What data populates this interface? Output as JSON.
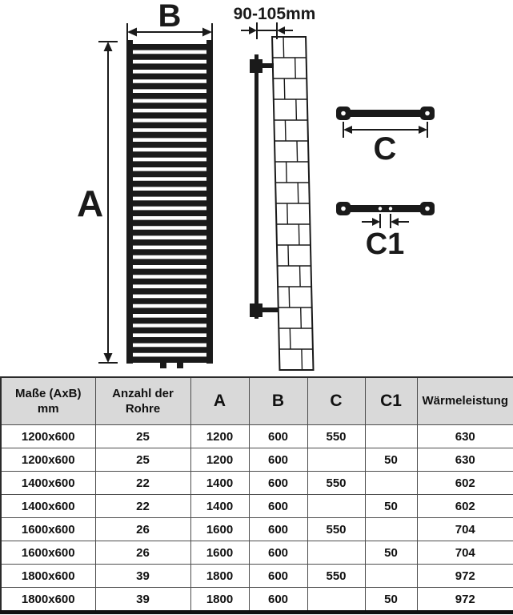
{
  "diagram": {
    "labels": {
      "width": "B",
      "height": "A",
      "wall_distance": "90-105mm",
      "bracket_length": "C",
      "bracket_hole_spacing": "C1"
    }
  },
  "table": {
    "headers": [
      "Maße (AxB)\nmm",
      "Anzahl der\nRohre",
      "A",
      "B",
      "C",
      "C1",
      "Wärmeleistung"
    ],
    "rows": [
      [
        "1200x600",
        "25",
        "1200",
        "600",
        "550",
        "",
        "630"
      ],
      [
        "1200x600",
        "25",
        "1200",
        "600",
        "",
        "50",
        "630"
      ],
      [
        "1400x600",
        "22",
        "1400",
        "600",
        "550",
        "",
        "602"
      ],
      [
        "1400x600",
        "22",
        "1400",
        "600",
        "",
        "50",
        "602"
      ],
      [
        "1600x600",
        "26",
        "1600",
        "600",
        "550",
        "",
        "704"
      ],
      [
        "1600x600",
        "26",
        "1600",
        "600",
        "",
        "50",
        "704"
      ],
      [
        "1800x600",
        "39",
        "1800",
        "600",
        "550",
        "",
        "972"
      ],
      [
        "1800x600",
        "39",
        "1800",
        "600",
        "",
        "50",
        "972"
      ]
    ]
  },
  "colors": {
    "ink": "#1a1a1a",
    "header_bg": "#d9d9d9",
    "border": "#4d4d4d"
  }
}
